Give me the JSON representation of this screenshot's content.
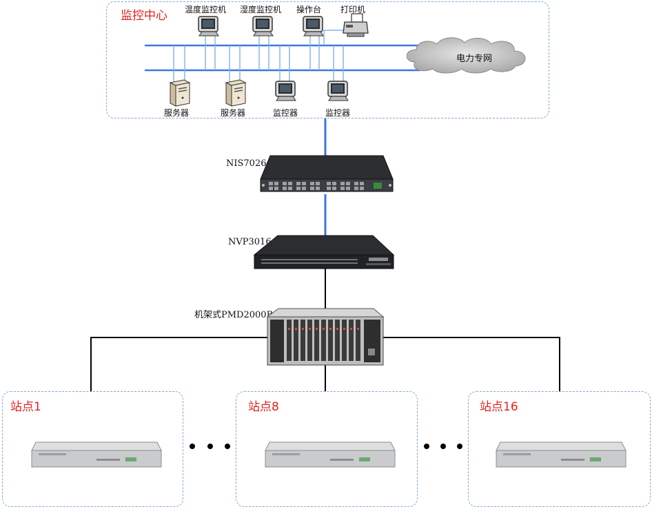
{
  "control_center": {
    "title": "监控中心",
    "top_devices": [
      {
        "label": "温度监控机",
        "icon": "monitor-icon"
      },
      {
        "label": "湿度监控机",
        "icon": "monitor-icon"
      },
      {
        "label": "操作台",
        "icon": "monitor-icon"
      },
      {
        "label": "打印机",
        "icon": "printer-icon"
      }
    ],
    "bottom_devices": [
      {
        "label": "服务器",
        "icon": "server-icon"
      },
      {
        "label": "服务器",
        "icon": "server-icon"
      },
      {
        "label": "监控器",
        "icon": "monitor-icon"
      },
      {
        "label": "监控器",
        "icon": "monitor-icon"
      }
    ],
    "cloud_label": "电力专网"
  },
  "devices": {
    "switch": "NIS7026",
    "protocol_converter": "NVP3016",
    "chassis": "机架式PMD2000B"
  },
  "sites": [
    {
      "label": "站点1"
    },
    {
      "label": "站点8"
    },
    {
      "label": "站点16"
    }
  ],
  "colors": {
    "ethernet": "#3a78e0",
    "serial": "#000000",
    "title_red": "#e32020",
    "region_border": "#7fa7d8"
  }
}
